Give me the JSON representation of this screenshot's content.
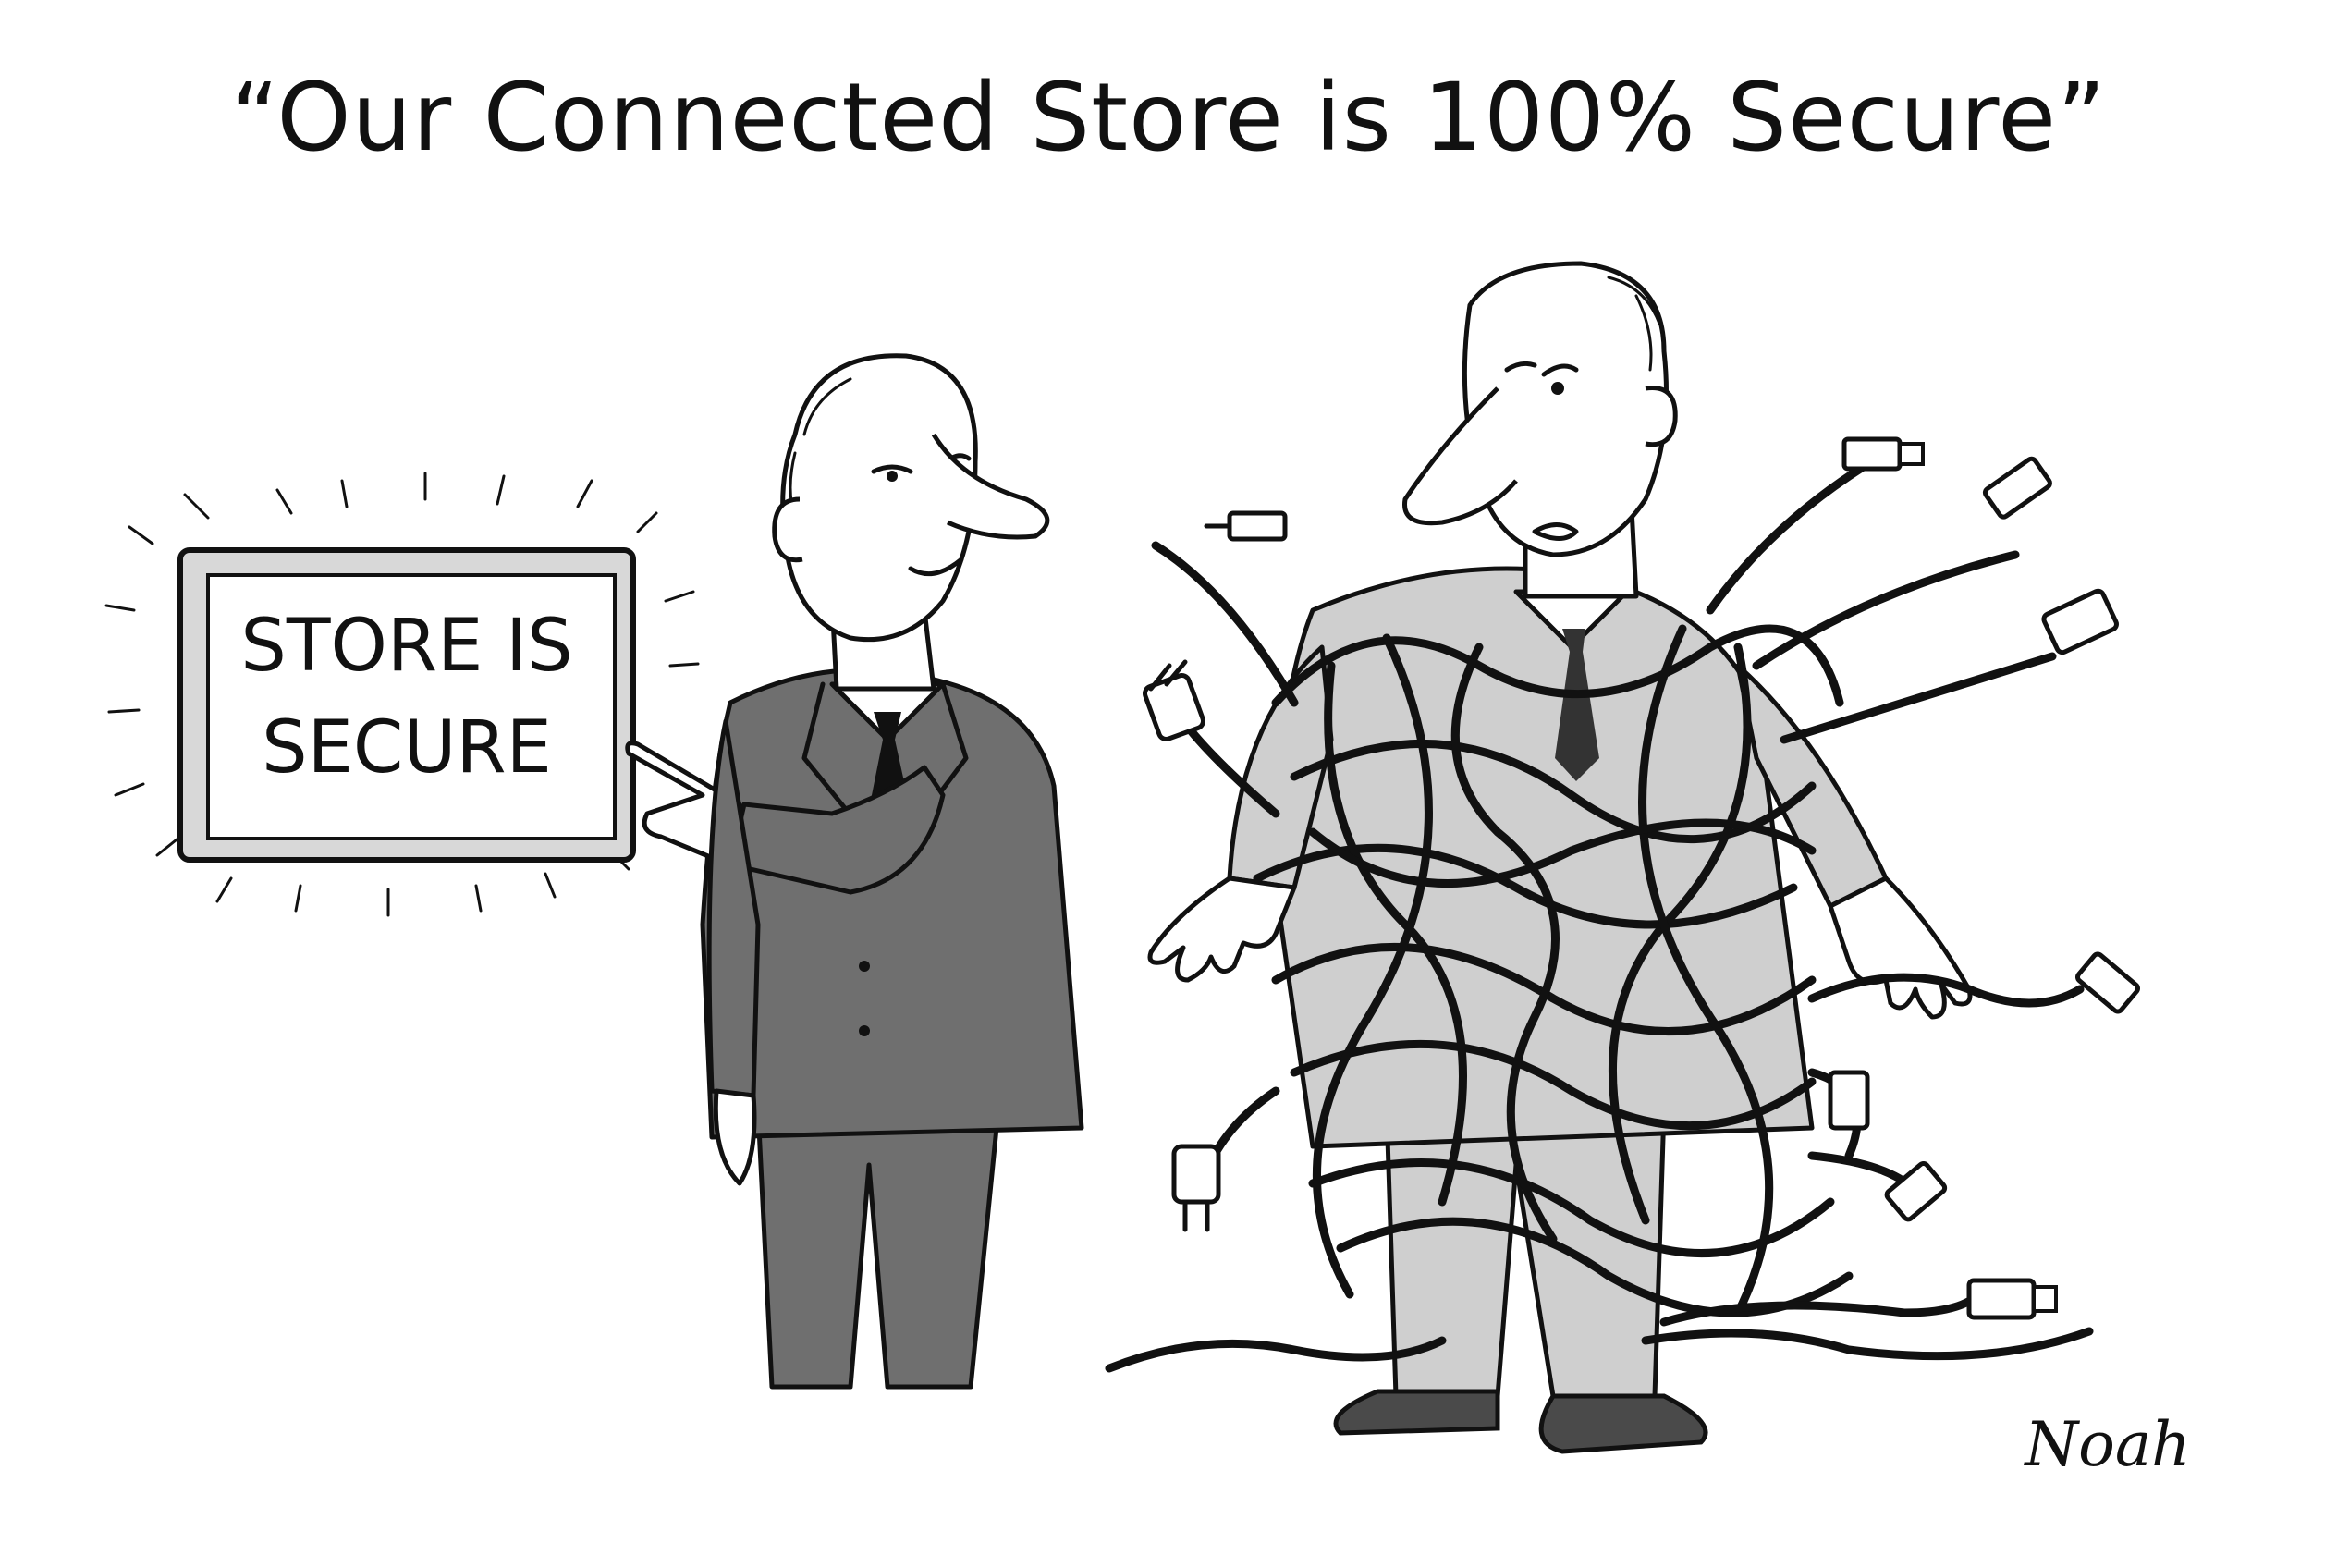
{
  "caption": "“Our Connected Store is 100% Secure”",
  "sign": {
    "line1": "STORE IS",
    "line2": "SECURE"
  },
  "signature": "Noah",
  "colors": {
    "ink": "#111111",
    "paper": "#ffffff",
    "suit_dark": "#6f6f6f",
    "suit_light": "#cfcfcf"
  },
  "icons": [
    "glowing-sign-icon",
    "power-plug-icon",
    "usb-connector-icon",
    "audio-jack-icon",
    "hdmi-connector-icon"
  ]
}
